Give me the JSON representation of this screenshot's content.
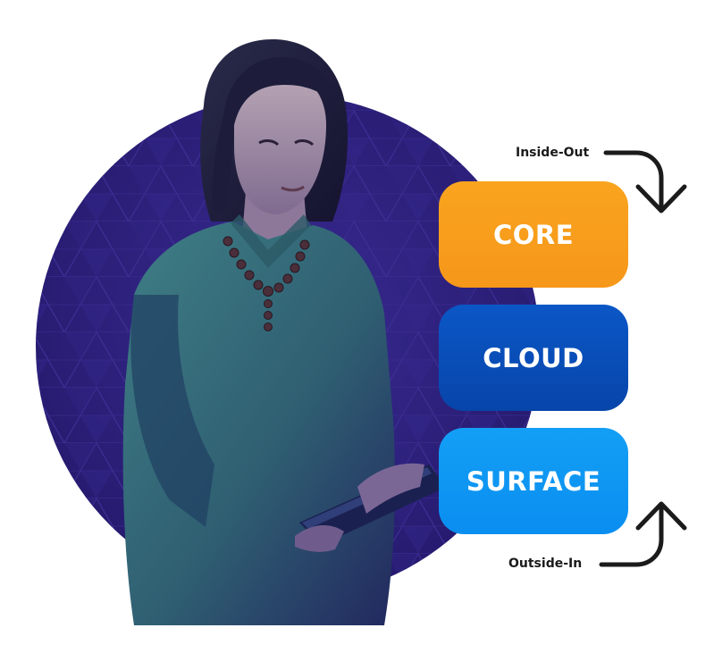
{
  "layers": {
    "core": {
      "label": "CORE",
      "color": "#F7A01D"
    },
    "cloud": {
      "label": "CLOUD",
      "color": "#0850BC"
    },
    "surface": {
      "label": "SURFACE",
      "color": "#0E98F3"
    }
  },
  "flows": {
    "inside_out": {
      "label": "Inside-Out"
    },
    "outside_in": {
      "label": "Outside-In"
    }
  },
  "colors": {
    "circle": "#2b1f7a",
    "arrow": "#1b1b1b"
  }
}
